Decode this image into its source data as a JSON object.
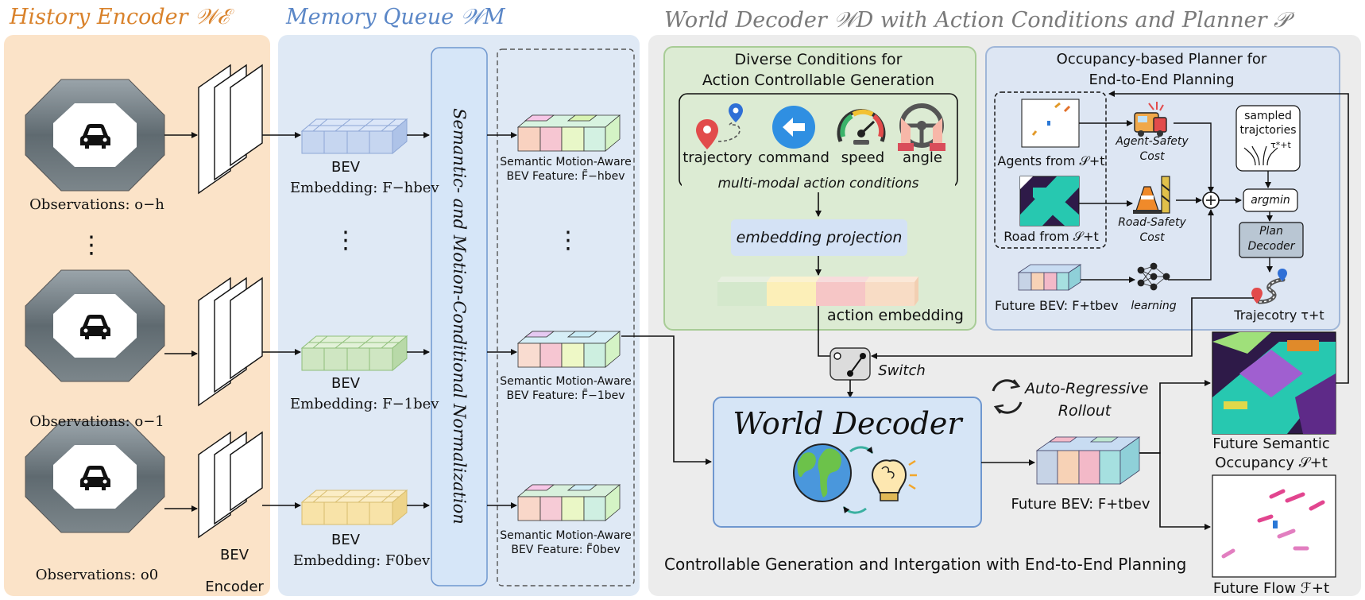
{
  "titles": {
    "history_encoder": "History Encoder 𝒲ℰ",
    "memory_queue": "Memory Queue 𝒲M",
    "world_decoder": "World Decoder 𝒲D with Action Conditions and Planner 𝒫"
  },
  "history": {
    "observations": [
      "Observations: o−h",
      "Observations: o−1",
      "Observations: o0"
    ],
    "encoder_label": [
      "BEV",
      "Encoder"
    ],
    "dots": "⋮"
  },
  "memory": {
    "bev_label": "BEV",
    "embeddings": [
      "Embedding: F−hbev",
      "Embedding: F−1bev",
      "Embedding: F0bev"
    ],
    "norm_label": "Semantic- and Motion-Conditional Normalization",
    "feature_title": "Semantic Motion-Aware",
    "features": [
      "BEV Feature: F̃−hbev",
      "BEV Feature: F̃−1bev",
      "BEV Feature: F̃0bev"
    ],
    "dots": "⋮"
  },
  "conditions": {
    "title_line1": "Diverse Conditions for",
    "title_line2": "Action Controllable Generation",
    "items": [
      "trajectory",
      "command",
      "speed",
      "angle"
    ],
    "multimodal": "multi-modal action conditions",
    "projection": "embedding projection",
    "action_embedding": "action embedding"
  },
  "planner": {
    "title_line1": "Occupancy-based Planner for",
    "title_line2": "End-to-End Planning",
    "agents": "Agents from 𝒮+t",
    "road": "Road from 𝒮+t",
    "agent_cost": [
      "Agent-Safety",
      "Cost"
    ],
    "road_cost": [
      "Road-Safety",
      "Cost"
    ],
    "sampled": [
      "sampled",
      "trajctories",
      "τ*+t"
    ],
    "argmin": "argmin",
    "plan_decoder": [
      "Plan",
      "Decoder"
    ],
    "future_bev": "Future BEV: F+tbev",
    "learning": "learning",
    "trajectory": "Trajecotry τ+t"
  },
  "decoder": {
    "switch": "Switch",
    "world_decoder": "World Decoder",
    "auto_regressive": [
      "Auto-Regressive",
      "Rollout"
    ],
    "future_bev": "Future BEV: F+tbev",
    "future_semantic": [
      "Future Semantic",
      "Occupancy 𝒮+t"
    ],
    "future_flow": "Future Flow ℱ+t",
    "bottom_caption": "Controllable Generation and Intergation with End-to-End Planning"
  },
  "colors": {
    "history_bg": "#fbe3c8",
    "memory_bg": "#dfe9f5",
    "decoder_bg": "#ececec",
    "conditions_bg": "#dcebd3",
    "planner_bg": "#dde6f3",
    "title_history": "#d9822b",
    "title_memory": "#5b87c7",
    "title_decoder": "#7a7a7a",
    "bev_blue": "#c6d6f0",
    "bev_green": "#cfe6c2",
    "bev_yellow": "#f8e3a8"
  }
}
